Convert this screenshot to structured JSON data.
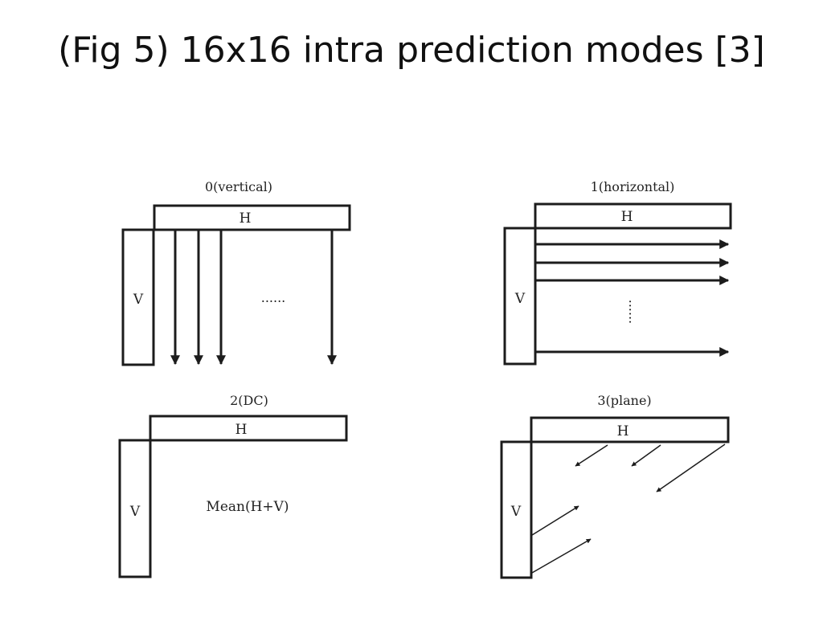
{
  "title": "(Fig 5) 16x16 intra prediction modes [3]",
  "panels": {
    "vertical": {
      "caption": "0(vertical)",
      "h": "H",
      "v": "V",
      "dots": "......"
    },
    "horizontal": {
      "caption": "1(horizontal)",
      "h": "H",
      "v": "V",
      "dots": "......"
    },
    "dc": {
      "caption": "2(DC)",
      "h": "H",
      "v": "V",
      "body": "Mean(H+V)"
    },
    "plane": {
      "caption": "3(plane)",
      "h": "H",
      "v": "V"
    }
  }
}
